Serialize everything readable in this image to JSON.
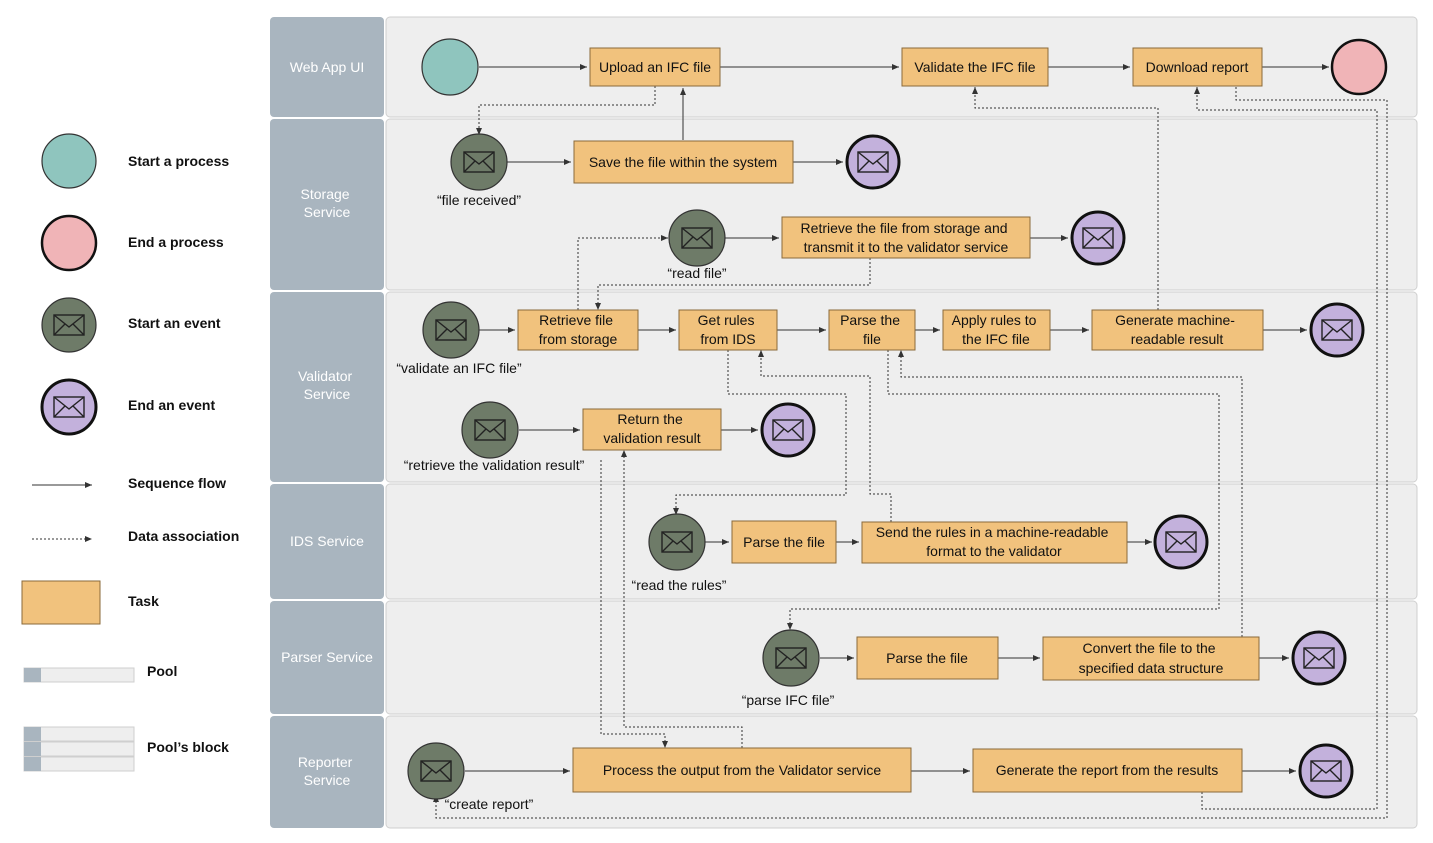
{
  "colors": {
    "lane_header": "#a9b5bf",
    "lane_body": "#eeeeee",
    "lane_border": "#cfcfcf",
    "task_fill": "#f1c27d",
    "task_stroke": "#8a6a3a",
    "start_process": "#8fc5be",
    "end_process": "#f0b4b7",
    "start_event": "#6e7b68",
    "end_event": "#c3b1dc"
  },
  "legend": {
    "start_process": "Start a process",
    "end_process": "End a process",
    "start_event": "Start an event",
    "end_event": "End an event",
    "sequence_flow": "Sequence flow",
    "data_association": "Data association",
    "task": "Task",
    "pool": "Pool",
    "pools_block": "Pool’s block"
  },
  "lanes": [
    {
      "label_lines": [
        "Web App UI"
      ]
    },
    {
      "label_lines": [
        "Storage",
        "Service"
      ]
    },
    {
      "label_lines": [
        "Validator",
        "Service"
      ]
    },
    {
      "label_lines": [
        "IDS Service"
      ]
    },
    {
      "label_lines": [
        "Parser Service"
      ]
    },
    {
      "label_lines": [
        "Reporter",
        "Service"
      ]
    }
  ],
  "tasks": {
    "upload": [
      "Upload an IFC file"
    ],
    "validate": [
      "Validate the IFC file"
    ],
    "download": [
      "Download report"
    ],
    "save": [
      "Save the file within the system"
    ],
    "retrieve_storage": [
      "Retrieve the file from storage and",
      "transmit it to the validator service"
    ],
    "retrieve_file": [
      "Retrieve file",
      "from storage"
    ],
    "get_rules": [
      "Get rules",
      "from IDS"
    ],
    "parse_v": [
      "Parse the",
      "file"
    ],
    "apply_rules": [
      "Apply rules to",
      "the IFC file"
    ],
    "generate_result": [
      "Generate machine-",
      "readable result"
    ],
    "return_result": [
      "Return the",
      "validation result"
    ],
    "parse_ids": [
      "Parse the file"
    ],
    "send_rules": [
      "Send the rules in a machine-readable",
      "format to the validator"
    ],
    "parse_parser": [
      "Parse the file"
    ],
    "convert": [
      "Convert the file to the",
      "specified data structure"
    ],
    "process_output": [
      "Process the output from the Validator service"
    ],
    "generate_report": [
      "Generate the report from the results"
    ]
  },
  "event_labels": {
    "file_received": "“file received”",
    "read_file": "“read file”",
    "validate_ifc": "“validate an IFC file”",
    "retrieve_validation": "“retrieve the validation result”",
    "read_rules": "“read the rules”",
    "parse_ifc": "“parse IFC file”",
    "create_report": "“create report”"
  },
  "icons": {
    "message": "envelope-icon"
  }
}
